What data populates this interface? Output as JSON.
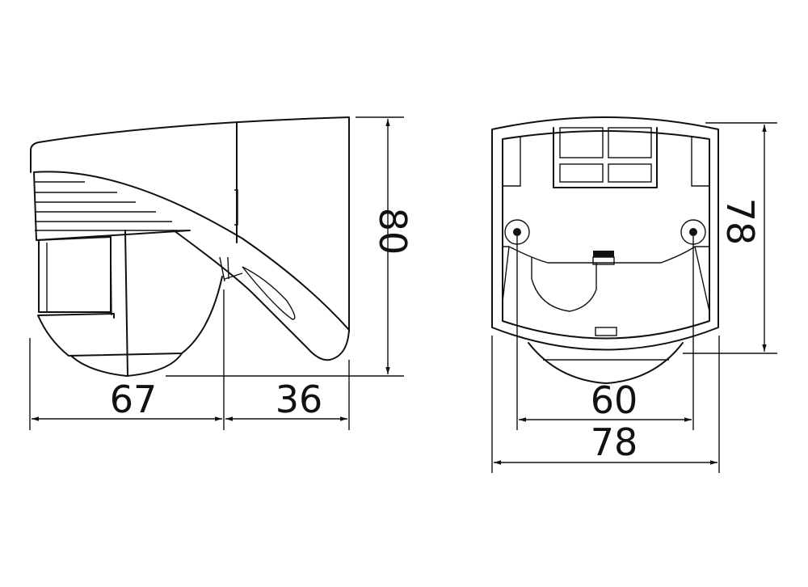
{
  "drawing": {
    "side_view": {
      "width_front": "67",
      "width_back": "36",
      "height": "80"
    },
    "front_view": {
      "hole_spacing": "60",
      "width": "78",
      "height": "78"
    },
    "line_color": "#111111"
  }
}
